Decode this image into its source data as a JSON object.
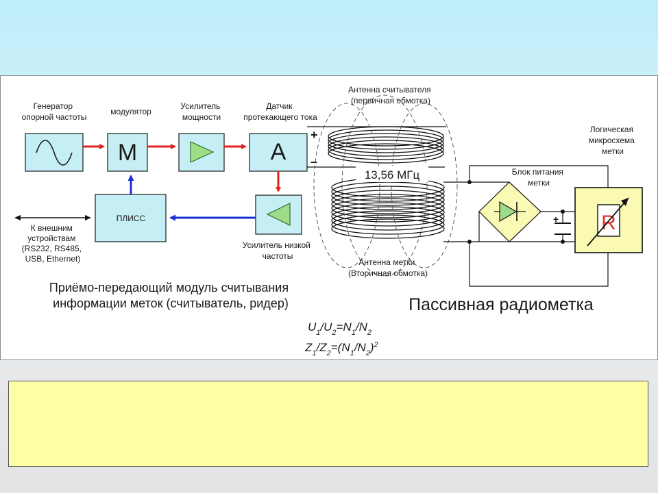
{
  "labels": {
    "generator": [
      "Генератор",
      "опорной частоты"
    ],
    "modulator": "модулятор",
    "modulator_symbol": "M",
    "power_amp": [
      "Усилитель",
      "мощности"
    ],
    "current_sensor": [
      "Датчик",
      "протекающего тока"
    ],
    "current_sensor_symbol": "A",
    "antenna_reader": [
      "Антенна считывателя",
      "(первичная обмотка)"
    ],
    "frequency": "13,56 МГц",
    "plus": "+",
    "minus": "–",
    "power_block": [
      "Блок питания",
      "метки"
    ],
    "logic_chip": [
      "Логическая",
      "микросхема",
      "метки"
    ],
    "logic_symbol": "R",
    "plis": "ПЛИСС",
    "external": [
      "К внешним",
      "устройствам",
      "(RS232, RS485,",
      "USB, Ethernet)"
    ],
    "lna": [
      "Усилитель низкой",
      "частоты"
    ],
    "antenna_tag": [
      "Антенна метки",
      "(Вторичная обмотка)"
    ],
    "transceiver_caption": [
      "Приёмо-передающий модуль считывания",
      "информации меток (считыватель, ридер)"
    ],
    "passive_tag": "Пассивная радиометка"
  },
  "colors": {
    "block_fill": "#c6eef5",
    "tag_fill": "#fafab4",
    "forward_arrow": "#e0231f",
    "return_arrow": "#1a2fd0"
  },
  "note": ""
}
